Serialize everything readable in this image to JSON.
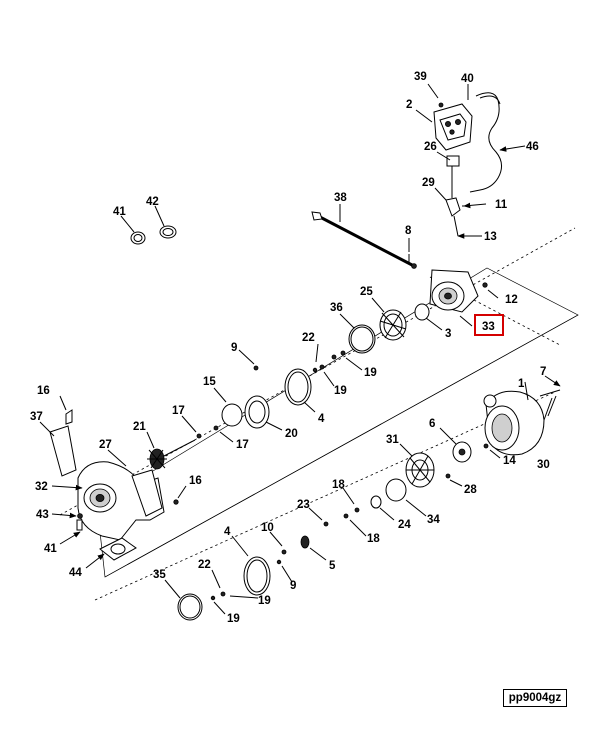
{
  "diagram": {
    "reference_code": "pp9004gz",
    "highlighted_callout": "33",
    "highlight_color": "#d40000",
    "callouts": {
      "c1": "1",
      "c2": "2",
      "c3": "3",
      "c4a": "4",
      "c4b": "4",
      "c5": "5",
      "c6": "6",
      "c7": "7",
      "c8": "8",
      "c9a": "9",
      "c9b": "9",
      "c10": "10",
      "c11": "11",
      "c12": "12",
      "c13": "13",
      "c14": "14",
      "c15": "15",
      "c16a": "16",
      "c16b": "16",
      "c17a": "17",
      "c17b": "17",
      "c18a": "18",
      "c18b": "18",
      "c19a": "19",
      "c19b": "19",
      "c19c": "19",
      "c19d": "19",
      "c20": "20",
      "c21": "21",
      "c22a": "22",
      "c22b": "22",
      "c23": "23",
      "c24": "24",
      "c25": "25",
      "c26": "26",
      "c27": "27",
      "c28": "28",
      "c29": "29",
      "c30": "30",
      "c31": "31",
      "c32": "32",
      "c33": "33",
      "c34": "34",
      "c35": "35",
      "c36": "36",
      "c37": "37",
      "c38": "38",
      "c39": "39",
      "c40": "40",
      "c41a": "41",
      "c41b": "41",
      "c42": "42",
      "c43": "43",
      "c44": "44",
      "c46": "46"
    }
  }
}
